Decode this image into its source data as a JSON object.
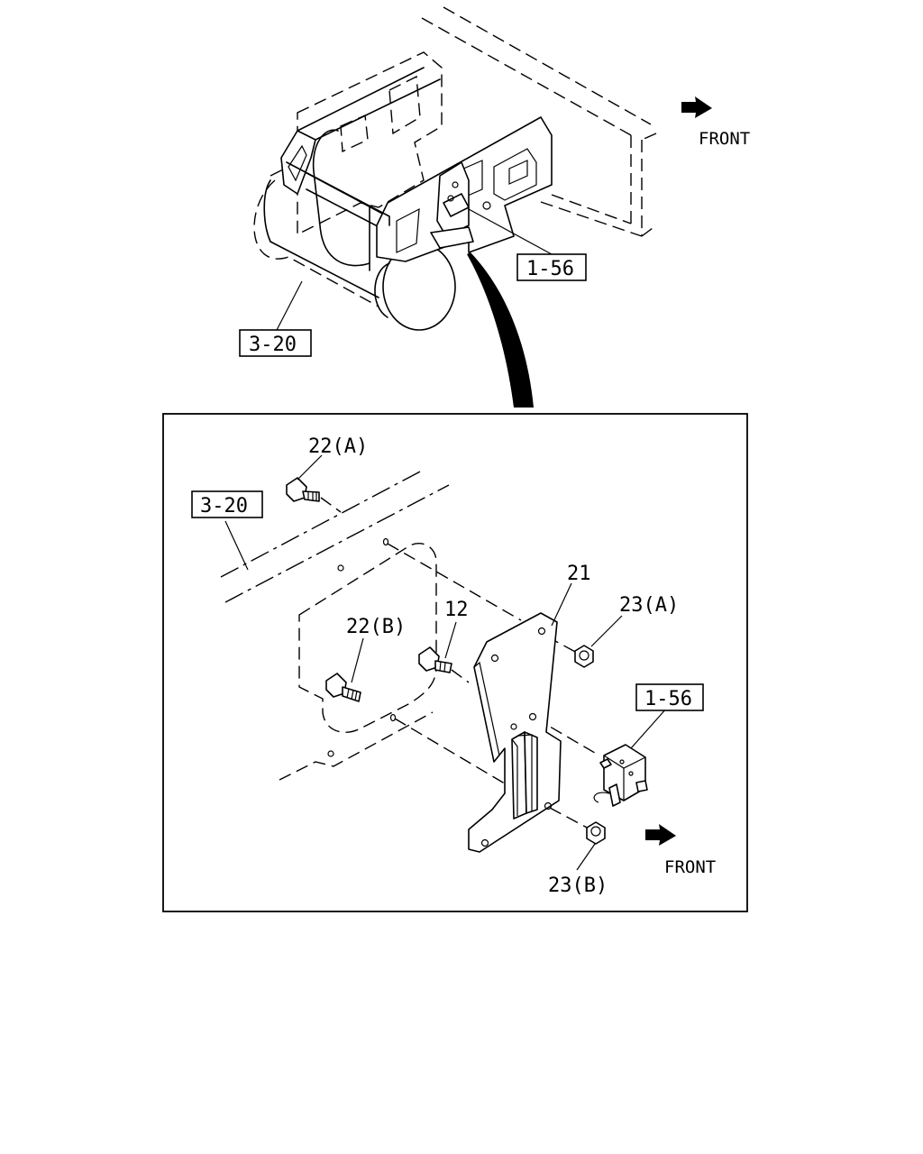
{
  "labels": {
    "front_top": "FRONT",
    "front_bottom": "FRONT",
    "ref_1_56_top": "1-56",
    "ref_3_20_top": "3-20",
    "ref_3_20_detail": "3-20",
    "ref_1_56_detail": "1-56",
    "part_22a": "22(A)",
    "part_22b": "22(B)",
    "part_12": "12",
    "part_21": "21",
    "part_23a": "23(A)",
    "part_23b": "23(B)"
  },
  "colors": {
    "line": "#000000",
    "background": "#ffffff"
  }
}
